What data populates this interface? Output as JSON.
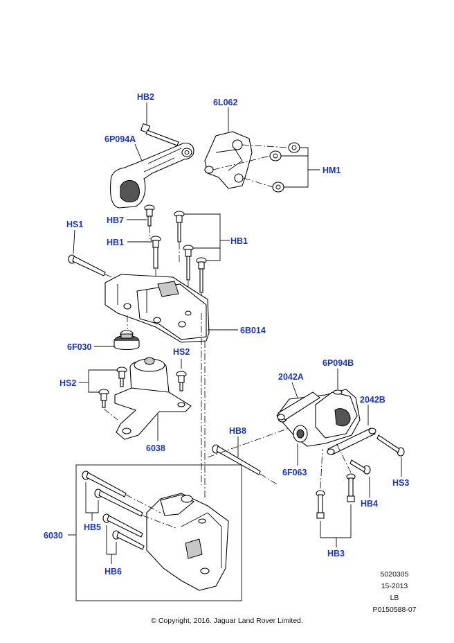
{
  "labels": {
    "HB2": "HB2",
    "6L062": "6L062",
    "6P094A": "6P094A",
    "HM1": "HM1",
    "HS1": "HS1",
    "HB7": "HB7",
    "HB1_left": "HB1",
    "HB1_right": "HB1",
    "6B014": "6B014",
    "6F030": "6F030",
    "HS2_top": "HS2",
    "HS2_left": "HS2",
    "6038": "6038",
    "HB8": "HB8",
    "6030": "6030",
    "HB5": "HB5",
    "HB6": "HB6",
    "2042A": "2042A",
    "6P094B": "6P094B",
    "2042B": "2042B",
    "6F063": "6F063",
    "HS3": "HS3",
    "HB4": "HB4",
    "HB3": "HB3"
  },
  "reference": {
    "code1": "5020305",
    "code2": "15-2013",
    "code3": "LB",
    "code4": "P0150588-07"
  },
  "copyright": "© Copyright, 2016. Jaguar Land Rover Limited.",
  "colors": {
    "label_blue": "#1a33cc",
    "line": "#000000",
    "shade": "#c8c8c8"
  }
}
